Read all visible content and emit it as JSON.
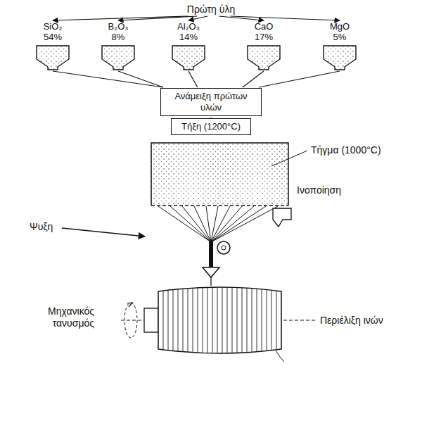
{
  "diagram": {
    "nodes": [
      {
        "text": [
          "Πρώτη ύλη"
        ]
      },
      {
        "text": [
          "SiO₂ 54%"
        ]
      },
      {
        "text": [
          "B₂O₃ 8%"
        ]
      },
      {
        "text": [
          "Al₂O₃ 14%"
        ]
      },
      {
        "text": [
          "CaO 17%"
        ]
      },
      {
        "text": [
          "MgO 5%"
        ]
      },
      {
        "text": [
          "Ανάμειξη πρώτων υλών"
        ]
      },
      {
        "text": [
          "Τήξη (1200°C)"
        ]
      }
    ],
    "edges": [
      {
        "from": 0,
        "to": 1,
        "arrow": "to"
      },
      {
        "from": 0,
        "to": 2,
        "arrow": "to"
      },
      {
        "from": 0,
        "to": 3,
        "arrow": "to"
      },
      {
        "from": 0,
        "to": 4,
        "arrow": "to"
      },
      {
        "from": 0,
        "to": 5,
        "arrow": "to"
      },
      {
        "from": 1,
        "to": 6,
        "arrow": "none"
      },
      {
        "from": 2,
        "to": 6,
        "arrow": "none"
      },
      {
        "from": 3,
        "to": 6,
        "arrow": "none"
      },
      {
        "from": 4,
        "to": 6,
        "arrow": "none"
      },
      {
        "from": 5,
        "to": 6,
        "arrow": "none"
      },
      {
        "from": 6,
        "to": 7,
        "arrow": "none"
      }
    ],
    "labels": [
      "Τήγμα (1000°C)",
      "Ινοποίηση",
      "Ψυξη",
      "Μηχανικός τανυσμός",
      "Περιέλιξη ινών"
    ]
  }
}
